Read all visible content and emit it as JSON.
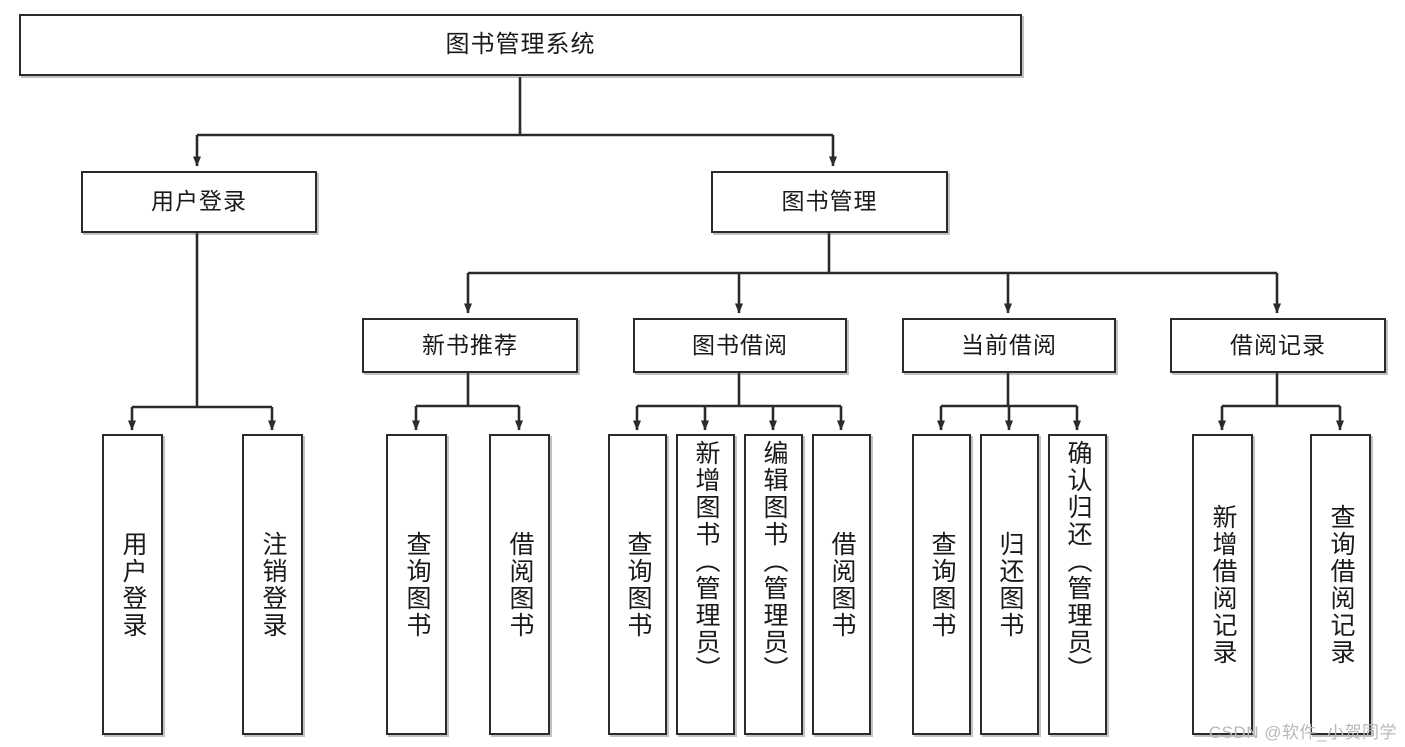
{
  "diagram": {
    "type": "tree",
    "title": "图书管理系统",
    "nodes": {
      "root": {
        "label": "图书管理系统",
        "level": 1
      },
      "user_login": {
        "label": "用户登录",
        "level": 2
      },
      "book_manage": {
        "label": "图书管理",
        "level": 2
      },
      "new_book_rec": {
        "label": "新书推荐",
        "level": 3
      },
      "book_borrow": {
        "label": "图书借阅",
        "level": 3
      },
      "current_borrow": {
        "label": "当前借阅",
        "level": 3
      },
      "borrow_record": {
        "label": "借阅记录",
        "level": 3
      },
      "leaf_user_login": {
        "label": "用户登录",
        "level": 4
      },
      "leaf_logout": {
        "label": "注销登录",
        "level": 4
      },
      "leaf_query_book_1": {
        "label": "查询图书",
        "level": 4
      },
      "leaf_borrow_book_1": {
        "label": "借阅图书",
        "level": 4
      },
      "leaf_query_book_2": {
        "label": "查询图书",
        "level": 4
      },
      "leaf_add_book": {
        "label": "新增图书（管理员）",
        "level": 4
      },
      "leaf_edit_book": {
        "label": "编辑图书（管理员）",
        "level": 4
      },
      "leaf_borrow_book_2": {
        "label": "借阅图书",
        "level": 4
      },
      "leaf_query_book_3": {
        "label": "查询图书",
        "level": 4
      },
      "leaf_return_book": {
        "label": "归还图书",
        "level": 4
      },
      "leaf_confirm_return": {
        "label": "确认归还（管理员）",
        "level": 4
      },
      "leaf_add_record": {
        "label": "新增借阅记录",
        "level": 4
      },
      "leaf_query_record": {
        "label": "查询借阅记录",
        "level": 4
      }
    },
    "edges": [
      {
        "from": "root",
        "to": "user_login"
      },
      {
        "from": "root",
        "to": "book_manage"
      },
      {
        "from": "user_login",
        "to": "leaf_user_login"
      },
      {
        "from": "user_login",
        "to": "leaf_logout"
      },
      {
        "from": "book_manage",
        "to": "new_book_rec"
      },
      {
        "from": "book_manage",
        "to": "book_borrow"
      },
      {
        "from": "book_manage",
        "to": "current_borrow"
      },
      {
        "from": "book_manage",
        "to": "borrow_record"
      },
      {
        "from": "new_book_rec",
        "to": "leaf_query_book_1"
      },
      {
        "from": "new_book_rec",
        "to": "leaf_borrow_book_1"
      },
      {
        "from": "book_borrow",
        "to": "leaf_query_book_2"
      },
      {
        "from": "book_borrow",
        "to": "leaf_add_book"
      },
      {
        "from": "book_borrow",
        "to": "leaf_edit_book"
      },
      {
        "from": "book_borrow",
        "to": "leaf_borrow_book_2"
      },
      {
        "from": "current_borrow",
        "to": "leaf_query_book_3"
      },
      {
        "from": "current_borrow",
        "to": "leaf_return_book"
      },
      {
        "from": "current_borrow",
        "to": "leaf_confirm_return"
      },
      {
        "from": "borrow_record",
        "to": "leaf_add_record"
      },
      {
        "from": "borrow_record",
        "to": "leaf_query_record"
      }
    ],
    "colors": {
      "stroke": "#2b2b2b",
      "fill": "#ffffff",
      "text": "#1a1a1a",
      "watermark": "#b9b9b9"
    }
  },
  "watermark": {
    "text": "CSDN @软件_小贺同学"
  }
}
